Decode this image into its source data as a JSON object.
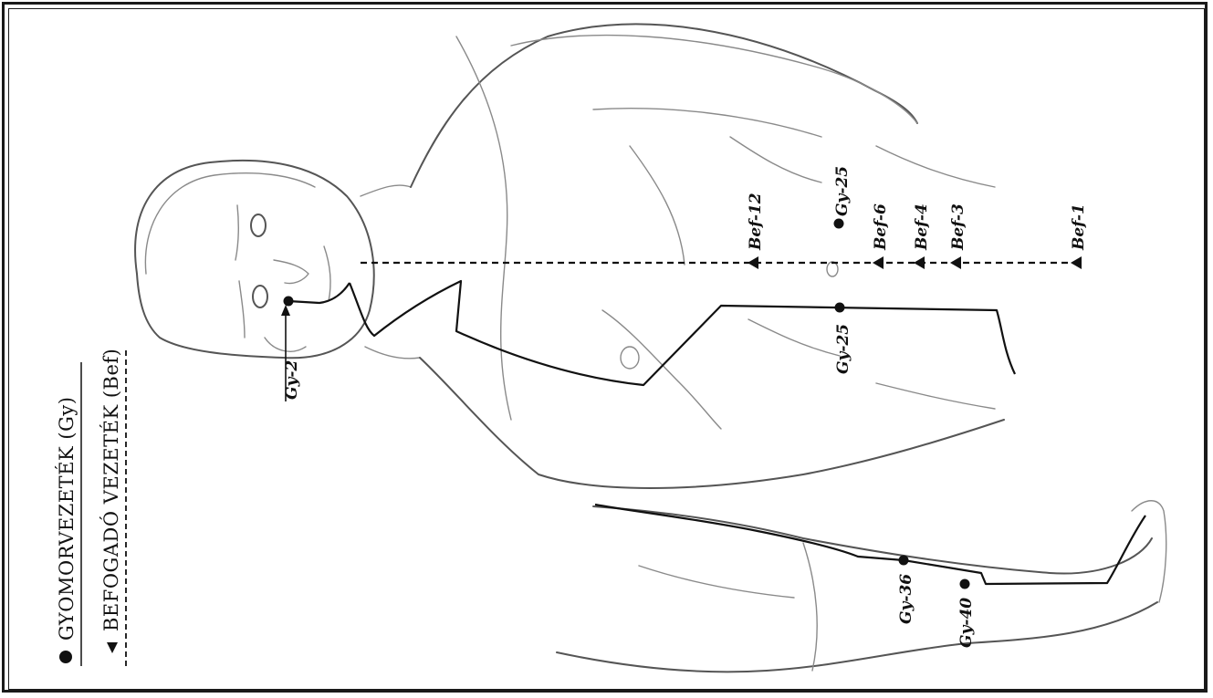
{
  "legend": {
    "stomach_label": "GYOMORVEZETÉK (Gy)",
    "conception_label": "BEFOGADÓ VEZETÉK (Bef)"
  },
  "points": {
    "gy2": "Gy-2",
    "gy25_front": "Gy-25",
    "gy25_body": "Gy-25",
    "gy36": "Gy-36",
    "gy40": "Gy-40",
    "bef12": "Bef-12",
    "bef6": "Bef-6",
    "bef4": "Bef-4",
    "bef3": "Bef-3",
    "bef1": "Bef-1"
  },
  "colors": {
    "line": "#111111",
    "sketch": "#8a8a8a"
  }
}
